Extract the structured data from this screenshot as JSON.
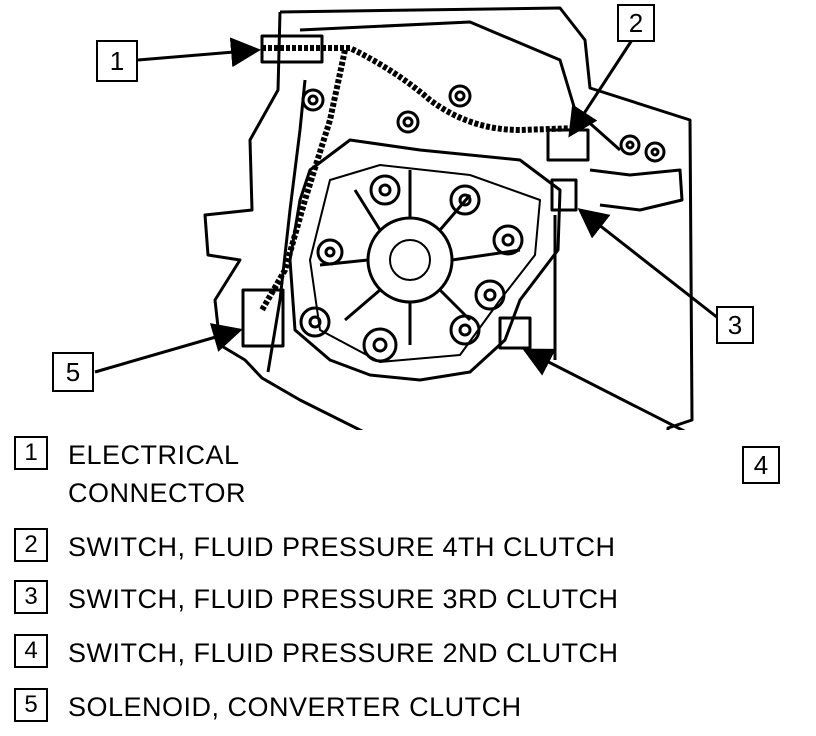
{
  "callouts": [
    {
      "id": "1",
      "label": "1"
    },
    {
      "id": "2",
      "label": "2"
    },
    {
      "id": "3",
      "label": "3"
    },
    {
      "id": "4",
      "label": "4"
    },
    {
      "id": "5",
      "label": "5"
    }
  ],
  "legend": [
    {
      "num": "1",
      "text": "ELECTRICAL\nCONNECTOR"
    },
    {
      "num": "2",
      "text": "SWITCH, FLUID PRESSURE 4TH CLUTCH"
    },
    {
      "num": "3",
      "text": "SWITCH, FLUID PRESSURE 3RD CLUTCH"
    },
    {
      "num": "4",
      "text": "SWITCH, FLUID PRESSURE 2ND CLUTCH"
    },
    {
      "num": "5",
      "text": "SOLENOID, CONVERTER CLUTCH"
    }
  ]
}
